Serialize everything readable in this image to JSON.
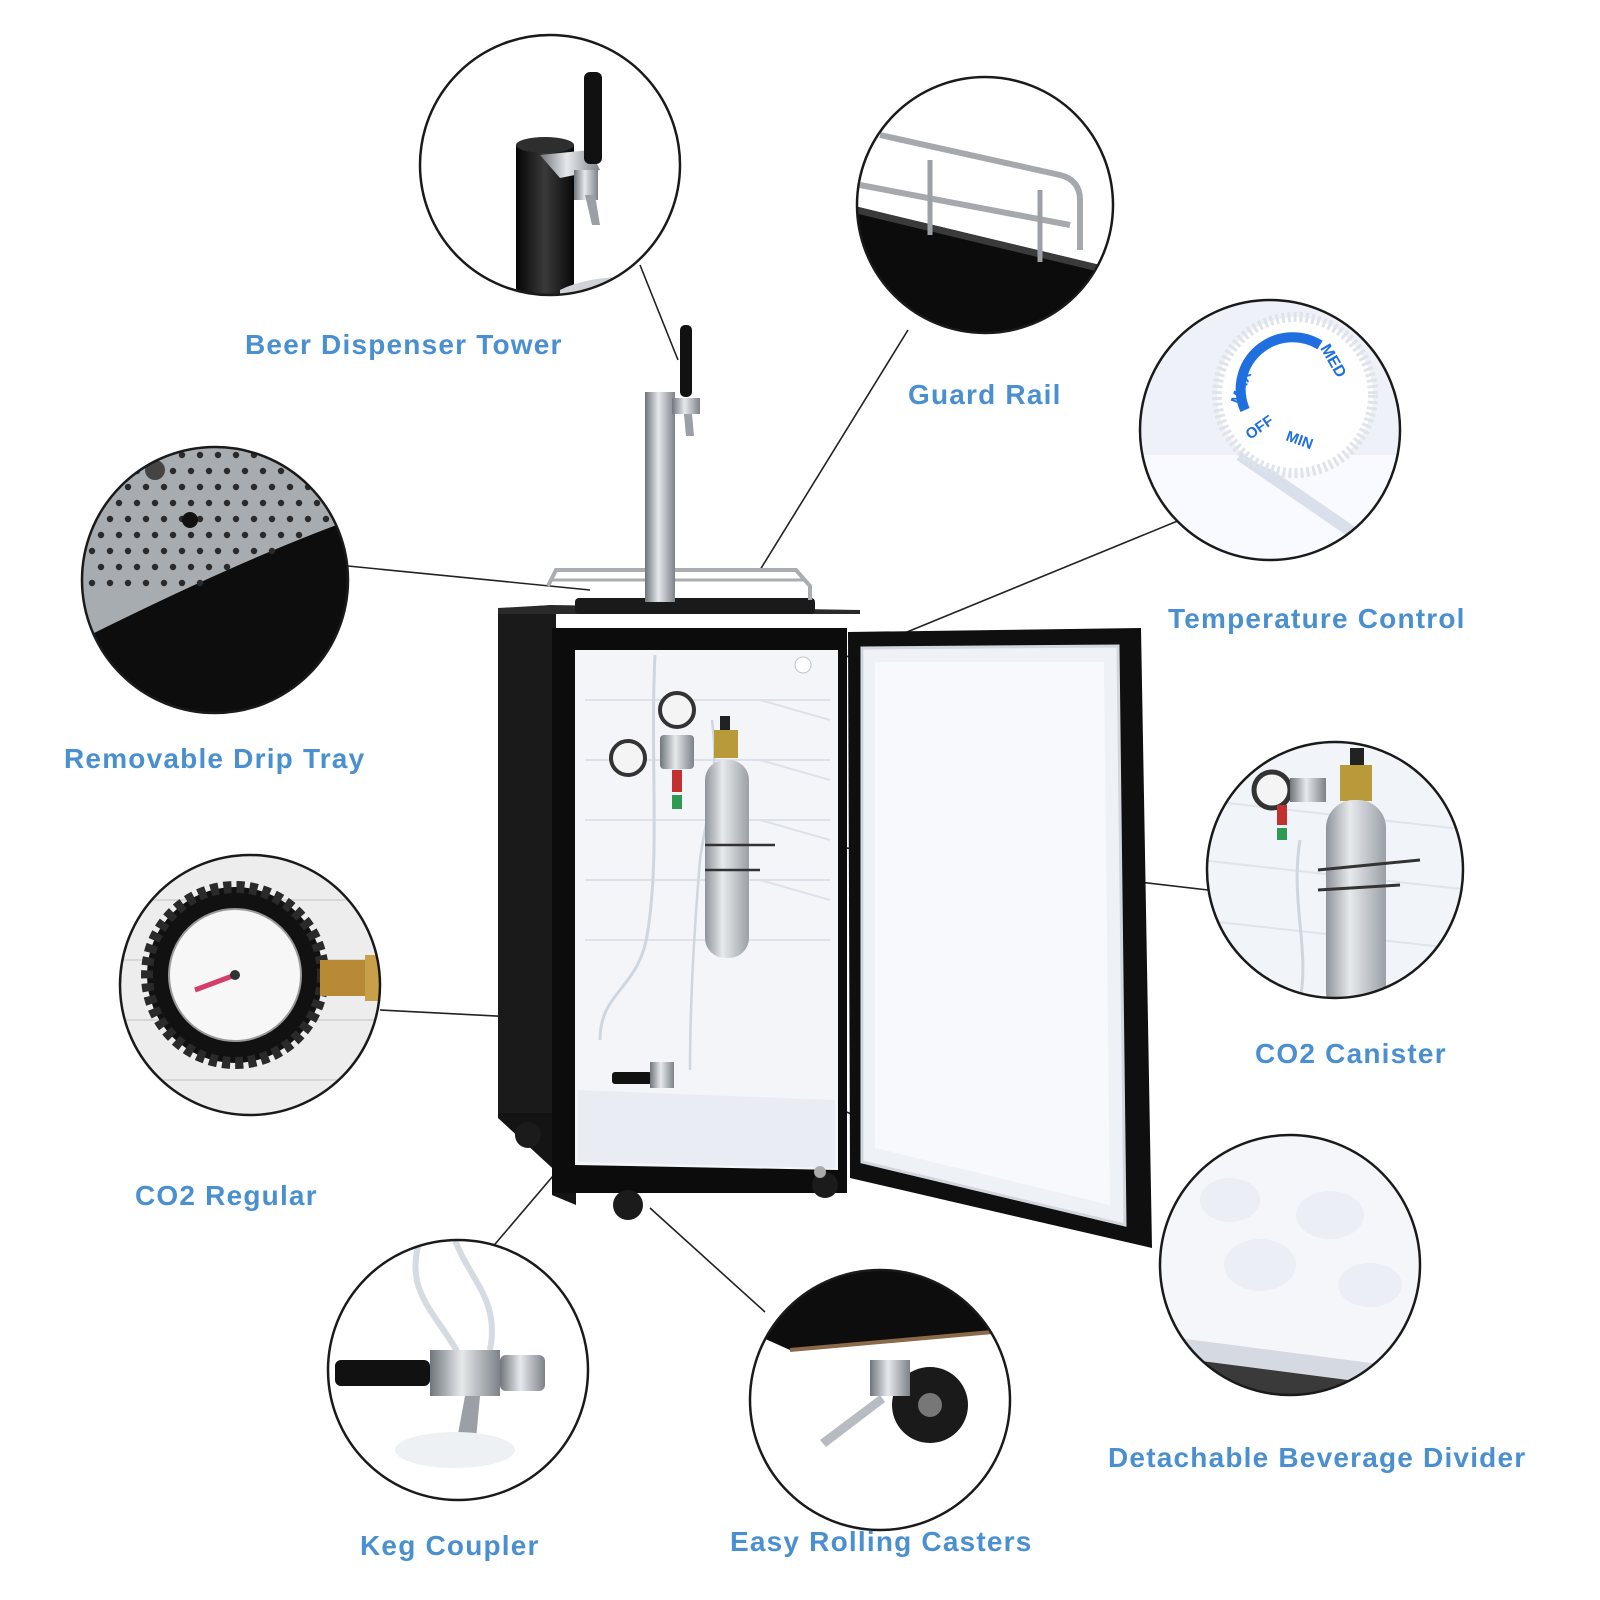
{
  "labels": {
    "beer_tower": "Beer Dispenser Tower",
    "guard_rail": "Guard Rail",
    "temperature": "Temperature Control",
    "drip_tray": "Removable Drip Tray",
    "co2_canister": "CO2 Canister",
    "co2_regular": "CO2 Regular",
    "keg_coupler": "Keg Coupler",
    "casters": "Easy Rolling Casters",
    "divider": "Detachable Beverage Divider"
  },
  "dial": {
    "med": "MED",
    "max": "MAX",
    "off": "OFF",
    "min": "MIN"
  },
  "colors": {
    "label": "#4a90d0",
    "cabinet": "#111111",
    "interior": "#f4f6fa",
    "steel": "#b9bdc2"
  }
}
